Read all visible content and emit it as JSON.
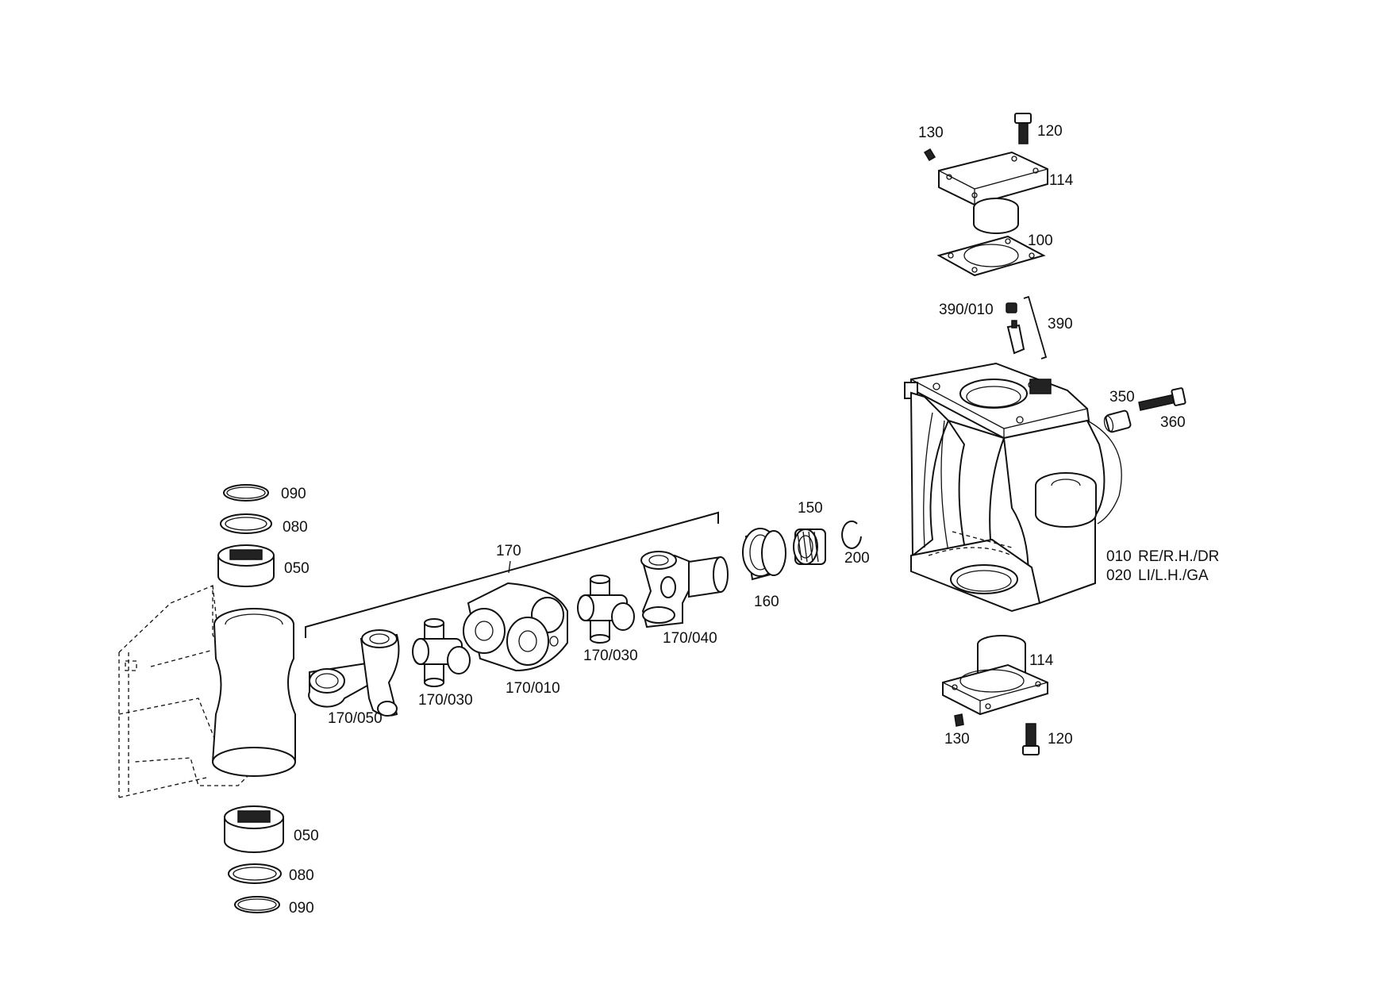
{
  "labels": {
    "l130_top": "130",
    "l120_top": "120",
    "l114_top": "114",
    "l100": "100",
    "l390_010": "390/010",
    "l390": "390",
    "l350": "350",
    "l360": "360",
    "l010": "010",
    "l010_text": "RE/R.H./DR",
    "l020": "020",
    "l020_text": "LI/L.H./GA",
    "l114_bottom": "114",
    "l130_bottom": "130",
    "l120_bottom": "120",
    "l090_top": "090",
    "l080_top": "080",
    "l050_top": "050",
    "l050_bottom": "050",
    "l080_bottom": "080",
    "l090_bottom": "090",
    "l170": "170",
    "l170_050": "170/050",
    "l170_030_left": "170/030",
    "l170_010": "170/010",
    "l170_030_right": "170/030",
    "l170_040": "170/040",
    "l160": "160",
    "l150": "150",
    "l200": "200"
  }
}
